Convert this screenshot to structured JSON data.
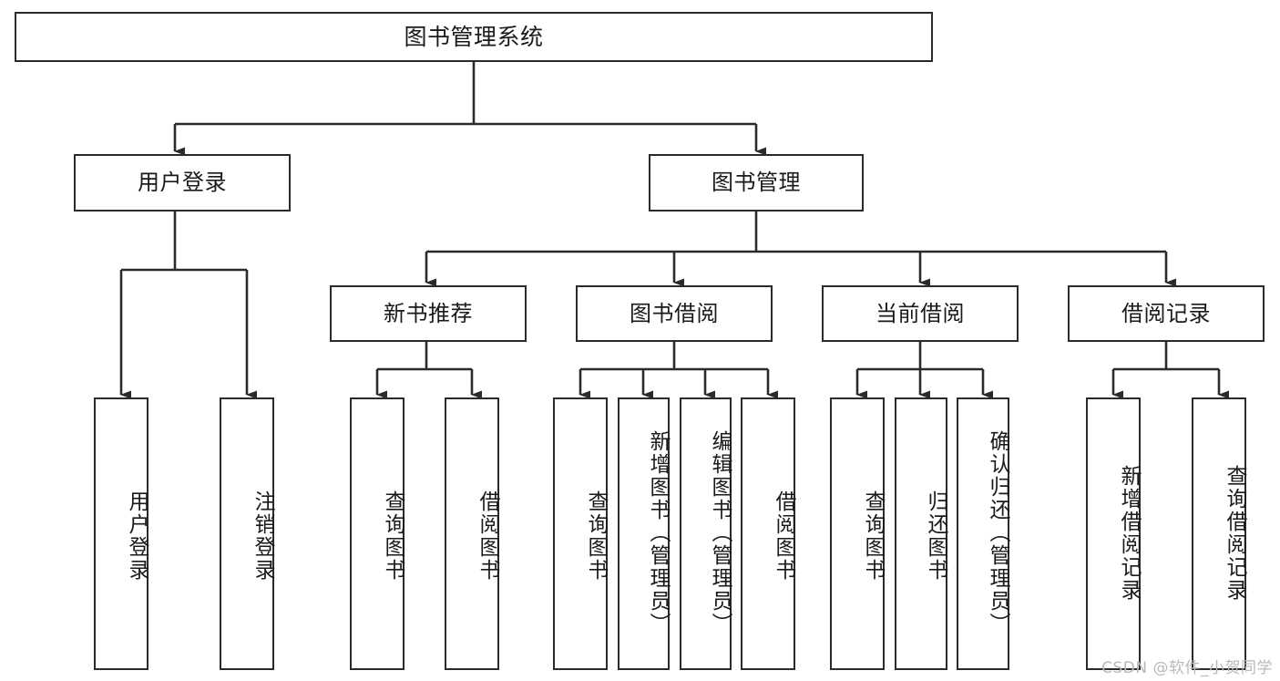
{
  "diagram": {
    "title": "图书管理系统",
    "type": "functional-structure-tree",
    "stroke_color": "#2b2b2b",
    "background_color": "#ffffff",
    "text_color": "#1a1a1a",
    "watermark": "CSDN @软件_小贺同学",
    "levels": {
      "root": {
        "label": "图书管理系统"
      },
      "level2": [
        {
          "label": "用户登录"
        },
        {
          "label": "图书管理"
        }
      ],
      "level3": [
        {
          "label": "新书推荐"
        },
        {
          "label": "图书借阅"
        },
        {
          "label": "当前借阅"
        },
        {
          "label": "借阅记录"
        }
      ],
      "leaves": {
        "user_login": [
          {
            "label": "用户登录"
          },
          {
            "label": "注销登录"
          }
        ],
        "new_book_recommend": [
          {
            "label": "查询图书"
          },
          {
            "label": "借阅图书"
          }
        ],
        "book_borrow": [
          {
            "label": "查询图书"
          },
          {
            "label": "新增图书（管理员）"
          },
          {
            "label": "编辑图书（管理员）"
          },
          {
            "label": "借阅图书"
          }
        ],
        "current_borrow": [
          {
            "label": "查询图书"
          },
          {
            "label": "归还图书"
          },
          {
            "label": "确认归还（管理员）"
          }
        ],
        "borrow_record": [
          {
            "label": "新增借阅记录"
          },
          {
            "label": "查询借阅记录"
          }
        ]
      }
    }
  }
}
